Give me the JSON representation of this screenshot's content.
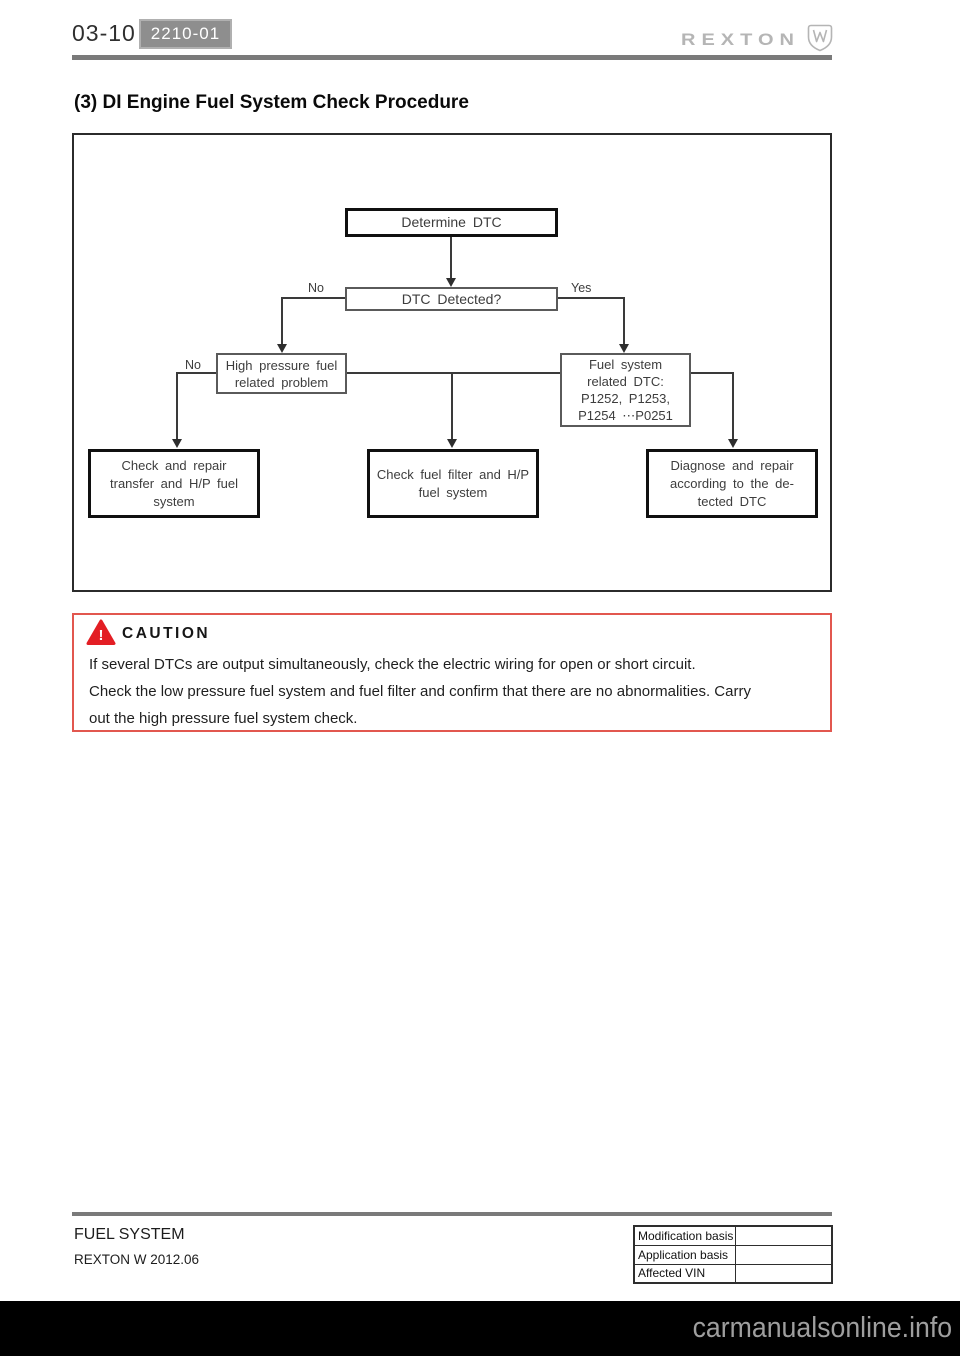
{
  "header": {
    "page_code": "03-10",
    "section_code": "2210-01",
    "brand_text": "REXTON"
  },
  "title": "(3) DI Engine Fuel System Check Procedure",
  "flowchart": {
    "branch_labels": {
      "no_top": "No",
      "yes_top": "Yes",
      "no_left": "No"
    },
    "nodes": {
      "determine": {
        "lines": [
          "Determine DTC"
        ]
      },
      "detected": {
        "lines": [
          "DTC Detected?"
        ]
      },
      "high_pressure": {
        "lines": [
          "High pressure fuel",
          "related problem"
        ]
      },
      "fuel_dtc": {
        "lines": [
          "Fuel system",
          "related DTC:",
          "P1252, P1253,",
          "P1254 ⋯P0251"
        ]
      },
      "check_transfer": {
        "lines": [
          "Check and repair",
          "transfer and H/P fuel",
          "system"
        ]
      },
      "check_filter": {
        "lines": [
          "Check fuel filter and H/P",
          "fuel system"
        ]
      },
      "diagnose": {
        "lines": [
          "Diagnose and repair",
          "according to the de-",
          "tected DTC"
        ]
      }
    }
  },
  "caution": {
    "heading": "CAUTION",
    "lines": [
      "If several DTCs are output simultaneously, check the electric wiring for open or short circuit.",
      "Check the low pressure fuel system and fuel filter and confirm that there are no abnormalities. Carry",
      "out the high pressure fuel system check."
    ]
  },
  "footer": {
    "section_title": "FUEL SYSTEM",
    "revision": "REXTON W 2012.06",
    "info_table": {
      "rows": [
        {
          "label": "Modification basis",
          "value": ""
        },
        {
          "label": "Application basis",
          "value": ""
        },
        {
          "label": "Affected VIN",
          "value": ""
        }
      ]
    }
  },
  "watermark": "carmanualsonline.info",
  "colors": {
    "accent_red": "#e31e24",
    "caution_border": "#e2574f",
    "badge_gray": "#8e8e8e",
    "logo_gray": "#b5b5b5",
    "rule_gray": "#7a7a7a"
  }
}
